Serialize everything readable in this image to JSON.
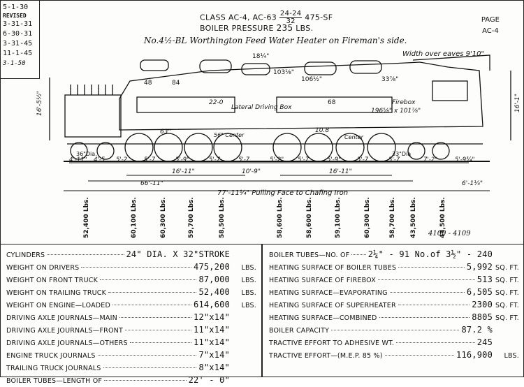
{
  "revisions": [
    "5-1-30",
    "REVISED",
    "3-31-31",
    "6-30-31",
    "3-31-45",
    "11-1-45",
    "3-1-50"
  ],
  "header": {
    "class_line_a": "CLASS AC-4,  AC-63",
    "class_frac_num": "24-24",
    "class_frac_den": "32",
    "class_line_b": "475-SF",
    "boiler_pressure_label": "BOILER PRESSURE",
    "boiler_pressure_value": "235",
    "boiler_pressure_unit": "LBS.",
    "page_label": "PAGE",
    "page_value": "AC-4"
  },
  "drawing": {
    "note_heater": "No.4½-BL Worthington Feed Water Heater on Fireman's side.",
    "width_over_eaves": "Width over eaves 9'10\"",
    "lateral_box": "Lateral Driving Box",
    "firebox": "Firebox",
    "firebox_dims": "196⅝\" x 101⅞\"",
    "height_left": "16'-5½\"",
    "height_right": "16'-1\"",
    "dims_small": [
      "48",
      "84",
      "22-0",
      "68",
      "18¼\"",
      "103⅛\"",
      "106½\"",
      "33⅞\""
    ],
    "lead_wheel": "36\"Dia.",
    "drivers_left": "63\"",
    "drivers_right": "10.8",
    "center_left": "56\" Center",
    "center_right": "Center",
    "rear_wheel": "33\"Dia",
    "spacings": [
      "4'-11\"",
      "4'-5",
      "5'-2",
      "5'-7",
      "5'-9\"",
      "5'-7",
      "5'-7",
      "5'-2\"",
      "5'-7",
      "5'-9\"",
      "5'-7",
      "5'-7",
      "7'-2\"",
      "5'-9¾\""
    ],
    "group_left": "16'-11\"",
    "group_mid": "10'-9\"",
    "group_right": "16'-11\"",
    "wheelbase_engine": "66'-11\"",
    "tail": "6'-1¼\"",
    "overall": "77'-11¼\" Pulling Face to Chafing Iron",
    "axle_loads": [
      "52,400 Lbs.",
      "60,100 Lbs.",
      "60,300 Lbs.",
      "59,700 Lbs.",
      "58,500 Lbs.",
      "58,600 Lbs.",
      "58,600 Lbs.",
      "59,100 Lbs.",
      "60,300 Lbs.",
      "58,700 Lbs.",
      "43,500 Lbs.",
      "43,500 Lbs."
    ],
    "handwritten": "4100 - 4109"
  },
  "specs_left": [
    {
      "label": "CYLINDERS",
      "value": "24\" DIA. X 32\"STROKE",
      "unit": ""
    },
    {
      "label": "WEIGHT ON DRIVERS",
      "value": "475,200",
      "unit": "LBS."
    },
    {
      "label": "WEIGHT ON FRONT TRUCK",
      "value": "87,000",
      "unit": "LBS."
    },
    {
      "label": "WEIGHT ON TRAILING TRUCK",
      "value": "52,400",
      "unit": "LBS."
    },
    {
      "label": "WEIGHT ON ENGINE—LOADED",
      "value": "614,600",
      "unit": "LBS."
    },
    {
      "label": "DRIVING AXLE JOURNALS—MAIN",
      "value": "12\"x14\"",
      "unit": ""
    },
    {
      "label": "DRIVING AXLE JOURNALS—FRONT",
      "value": "11\"x14\"",
      "unit": ""
    },
    {
      "label": "DRIVING AXLE JOURNALS—OTHERS",
      "value": "11\"x14\"",
      "unit": ""
    },
    {
      "label": "ENGINE TRUCK JOURNALS",
      "value": "7\"x14\"",
      "unit": ""
    },
    {
      "label": "TRAILING TRUCK JOURNALS",
      "value": "8\"x14\"",
      "unit": ""
    },
    {
      "label": "BOILER TUBES—LENGTH OF",
      "value": "22' - 0\"",
      "unit": ""
    }
  ],
  "specs_right": [
    {
      "label": "BOILER TUBES—NO. OF",
      "value": "2¼\" - 91 No.of 3½\" - 240",
      "unit": ""
    },
    {
      "label": "HEATING SURFACE OF BOILER TUBES",
      "value": "5,992",
      "unit": "SQ. FT."
    },
    {
      "label": "HEATING SURFACE OF FIREBOX",
      "value": "513",
      "unit": "SQ. FT."
    },
    {
      "label": "HEATING SURFACE—EVAPORATING",
      "value": "6,505",
      "unit": "SQ. FT."
    },
    {
      "label": "HEATING SURFACE OF SUPERHEATER",
      "value": "2300",
      "unit": "SQ. FT."
    },
    {
      "label": "HEATING SURFACE—COMBINED",
      "value": "8805",
      "unit": "SQ. FT."
    },
    {
      "label": "BOILER CAPACITY",
      "value": "87.2 %",
      "unit": ""
    },
    {
      "label": "TRACTIVE EFFORT TO ADHESIVE WT.",
      "value": "245",
      "unit": ""
    },
    {
      "label": "TRACTIVE EFFORT—(M.E.P. 85 %)",
      "value": "116,900",
      "unit": "LBS."
    }
  ]
}
